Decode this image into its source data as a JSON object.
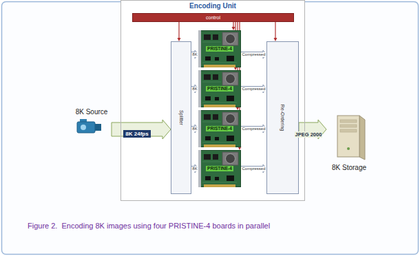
{
  "diagram": {
    "caption": "Figure 2.  Encoding 8K images using four PRISTINE-4 boards in parallel",
    "nodes": [
      {
        "text": [
          "Encoding Unit"
        ]
      },
      {
        "text": [
          "control"
        ],
        "in": 0
      },
      {
        "text": [
          "Splitter"
        ],
        "in": 0
      },
      {
        "text": [
          "PRISTINE-4"
        ],
        "in": 0
      },
      {
        "text": [
          "PRISTINE-4"
        ],
        "in": 0
      },
      {
        "text": [
          "PRISTINE-4"
        ],
        "in": 0
      },
      {
        "text": [
          "PRISTINE-4"
        ],
        "in": 0
      },
      {
        "text": [
          "Re-Ordering"
        ],
        "in": 0
      },
      {
        "text": [
          "8K Source"
        ]
      },
      {
        "text": [
          "8K Storage"
        ]
      }
    ],
    "edges": [
      {
        "from": 8,
        "to": 2,
        "arrow": "to",
        "label": "8K 24fps"
      },
      {
        "from": 2,
        "to": 3,
        "arrow": "to",
        "label": "8K"
      },
      {
        "from": 2,
        "to": 4,
        "arrow": "to",
        "label": "8K"
      },
      {
        "from": 2,
        "to": 5,
        "arrow": "to",
        "label": "8K"
      },
      {
        "from": 2,
        "to": 6,
        "arrow": "to",
        "label": "8K"
      },
      {
        "from": 3,
        "to": 7,
        "arrow": "to",
        "label": "Compressed"
      },
      {
        "from": 4,
        "to": 7,
        "arrow": "to",
        "label": "Compressed"
      },
      {
        "from": 5,
        "to": 7,
        "arrow": "to",
        "label": "Compressed"
      },
      {
        "from": 6,
        "to": 7,
        "arrow": "to",
        "label": "Compressed"
      },
      {
        "from": 7,
        "to": 9,
        "arrow": "to",
        "label": "JPEG 2000"
      },
      {
        "from": 1,
        "to": 2,
        "arrow": "to"
      },
      {
        "from": 1,
        "to": 3,
        "arrow": "to"
      },
      {
        "from": 1,
        "to": 4,
        "arrow": "to"
      },
      {
        "from": 1,
        "to": 5,
        "arrow": "to"
      },
      {
        "from": 1,
        "to": 6,
        "arrow": "to"
      },
      {
        "from": 1,
        "to": 7,
        "arrow": "to"
      }
    ]
  }
}
